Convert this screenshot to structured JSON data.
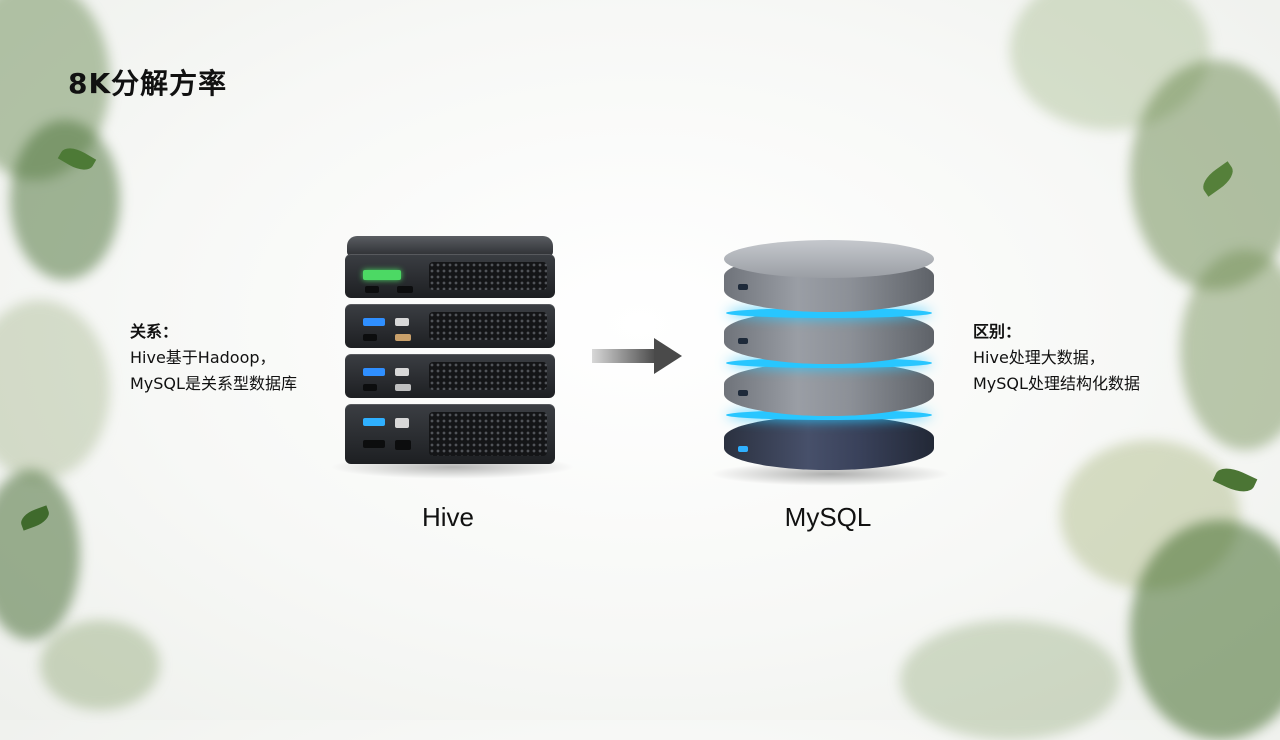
{
  "page": {
    "title": "8K分解方率"
  },
  "relation_note": {
    "heading": "关系：",
    "lines": [
      "Hive基于Hadoop，",
      "MySQL是关系型数据库"
    ]
  },
  "difference_note": {
    "heading": "区别：",
    "lines": [
      "Hive处理大数据，",
      "MySQL处理结构化数据"
    ]
  },
  "captions": {
    "hive": "Hive",
    "mysql": "MySQL"
  },
  "icons": {
    "left_object": "server-rack-icon",
    "right_object": "database-icon",
    "connector": "arrow-right-icon"
  },
  "colors": {
    "led_green": "#4cd964",
    "led_blue": "#2f8fff",
    "db_glow": "#28c6ff",
    "foliage": "#6f8f4d"
  }
}
